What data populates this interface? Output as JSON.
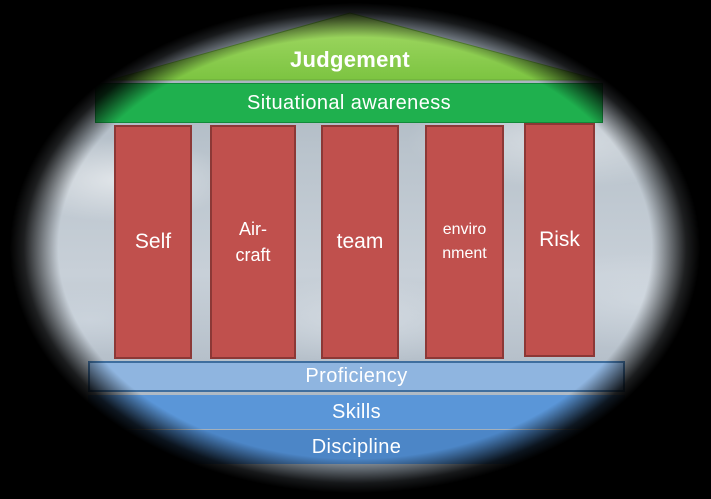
{
  "roof": {
    "label": "Judgement",
    "color": "#8fd14f"
  },
  "beam": {
    "label": "Situational awareness",
    "color": "#1fb04e"
  },
  "pillars": [
    {
      "label": "Self",
      "color": "#c0504d"
    },
    {
      "label": "Air-\ncraft",
      "color": "#c0504d"
    },
    {
      "label": "team",
      "color": "#c0504d"
    },
    {
      "label": "enviro\nnment",
      "color": "#c0504d"
    },
    {
      "label": "Risk",
      "color": "#c0504d"
    }
  ],
  "foundation": [
    {
      "label": "Proficiency",
      "color": "#8fb5e0"
    },
    {
      "label": "Skills",
      "color": "#5a96d8"
    },
    {
      "label": "Discipline",
      "color": "#4c86c7"
    }
  ]
}
